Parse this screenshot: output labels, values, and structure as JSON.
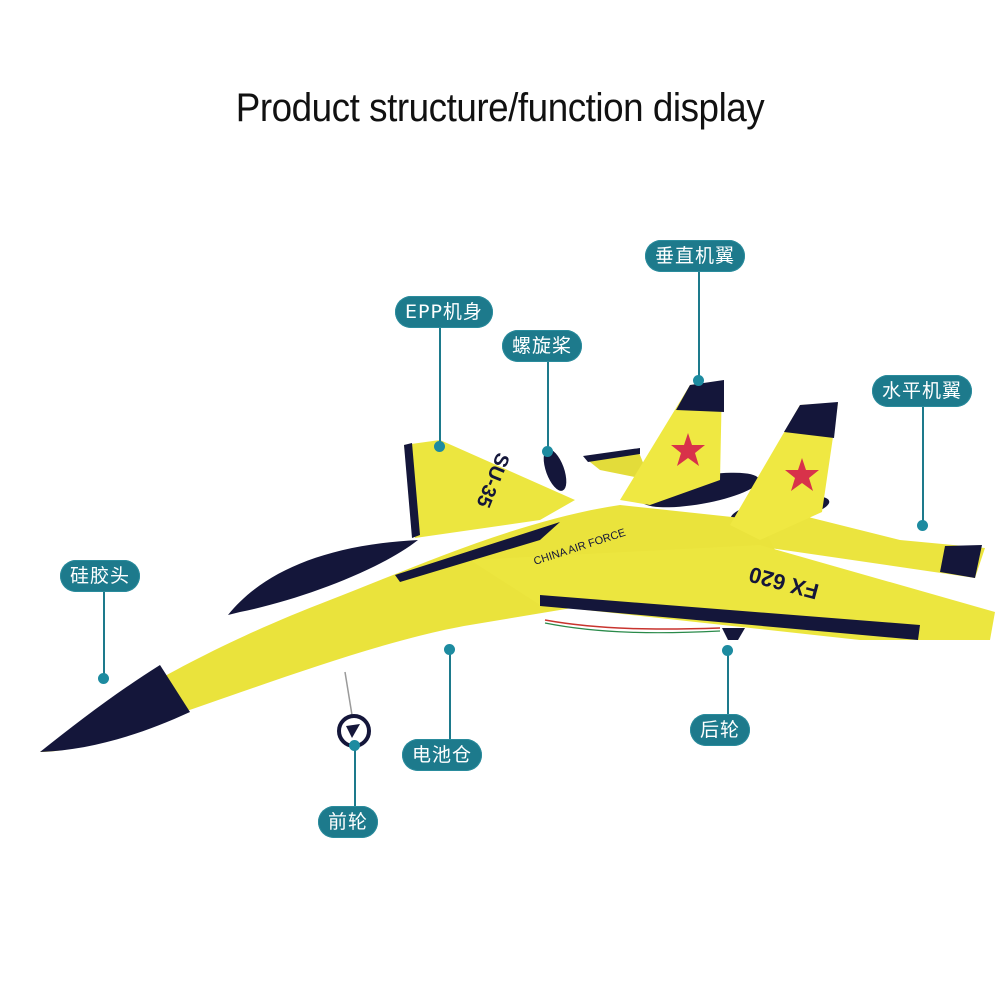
{
  "title": "Product structure/function display",
  "colors": {
    "label_bg": "#1d7a8c",
    "label_text": "#ffffff",
    "plane_body": "#e8e33a",
    "plane_trim": "#14163a",
    "star": "#d8324a"
  },
  "plane_markings": {
    "wing_text": "SU-35",
    "fuselage_text": "CHINA AIR FORCE",
    "wing_code": "FX 620"
  },
  "callouts": [
    {
      "id": "vertical-wing",
      "label": "垂直机翼"
    },
    {
      "id": "epp-body",
      "label": "EPP机身"
    },
    {
      "id": "propeller",
      "label": "螺旋桨"
    },
    {
      "id": "horizontal-wing",
      "label": "水平机翼"
    },
    {
      "id": "silicone-head",
      "label": "硅胶头"
    },
    {
      "id": "battery-compartment",
      "label": "电池仓"
    },
    {
      "id": "rear-wheel",
      "label": "后轮"
    },
    {
      "id": "front-wheel",
      "label": "前轮"
    }
  ]
}
